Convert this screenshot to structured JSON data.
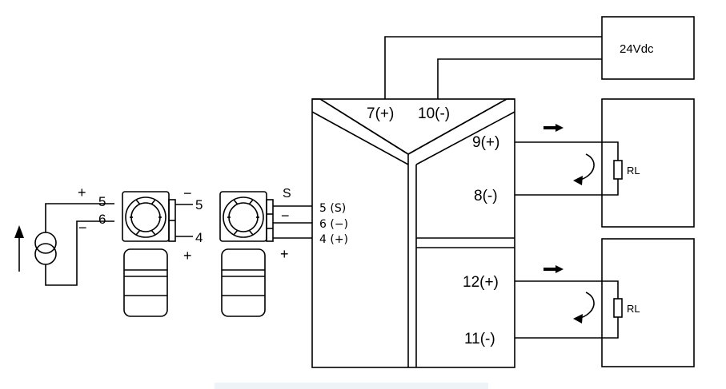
{
  "power_supply": {
    "label": "24Vdc"
  },
  "module_terminals": {
    "plus_supply": "7(+)",
    "minus_supply": "10(-)",
    "out1_plus": "9(+)",
    "out1_minus": "8(-)",
    "out2_plus": "12(+)",
    "out2_minus": "11(-)",
    "in_s": "5 (S)",
    "in_minus": "6 (−)",
    "in_plus": "4 (+)"
  },
  "loads": {
    "load1_label": "RL",
    "load2_label": "RL"
  },
  "source": {
    "plus": "+",
    "minus": "−",
    "t5": "5",
    "t6": "6"
  },
  "transmitter1": {
    "t5": "5",
    "t4": "4",
    "minus": "−",
    "plus": "+"
  },
  "transmitter2": {
    "s": "S",
    "minus": "−",
    "plus": "+"
  }
}
